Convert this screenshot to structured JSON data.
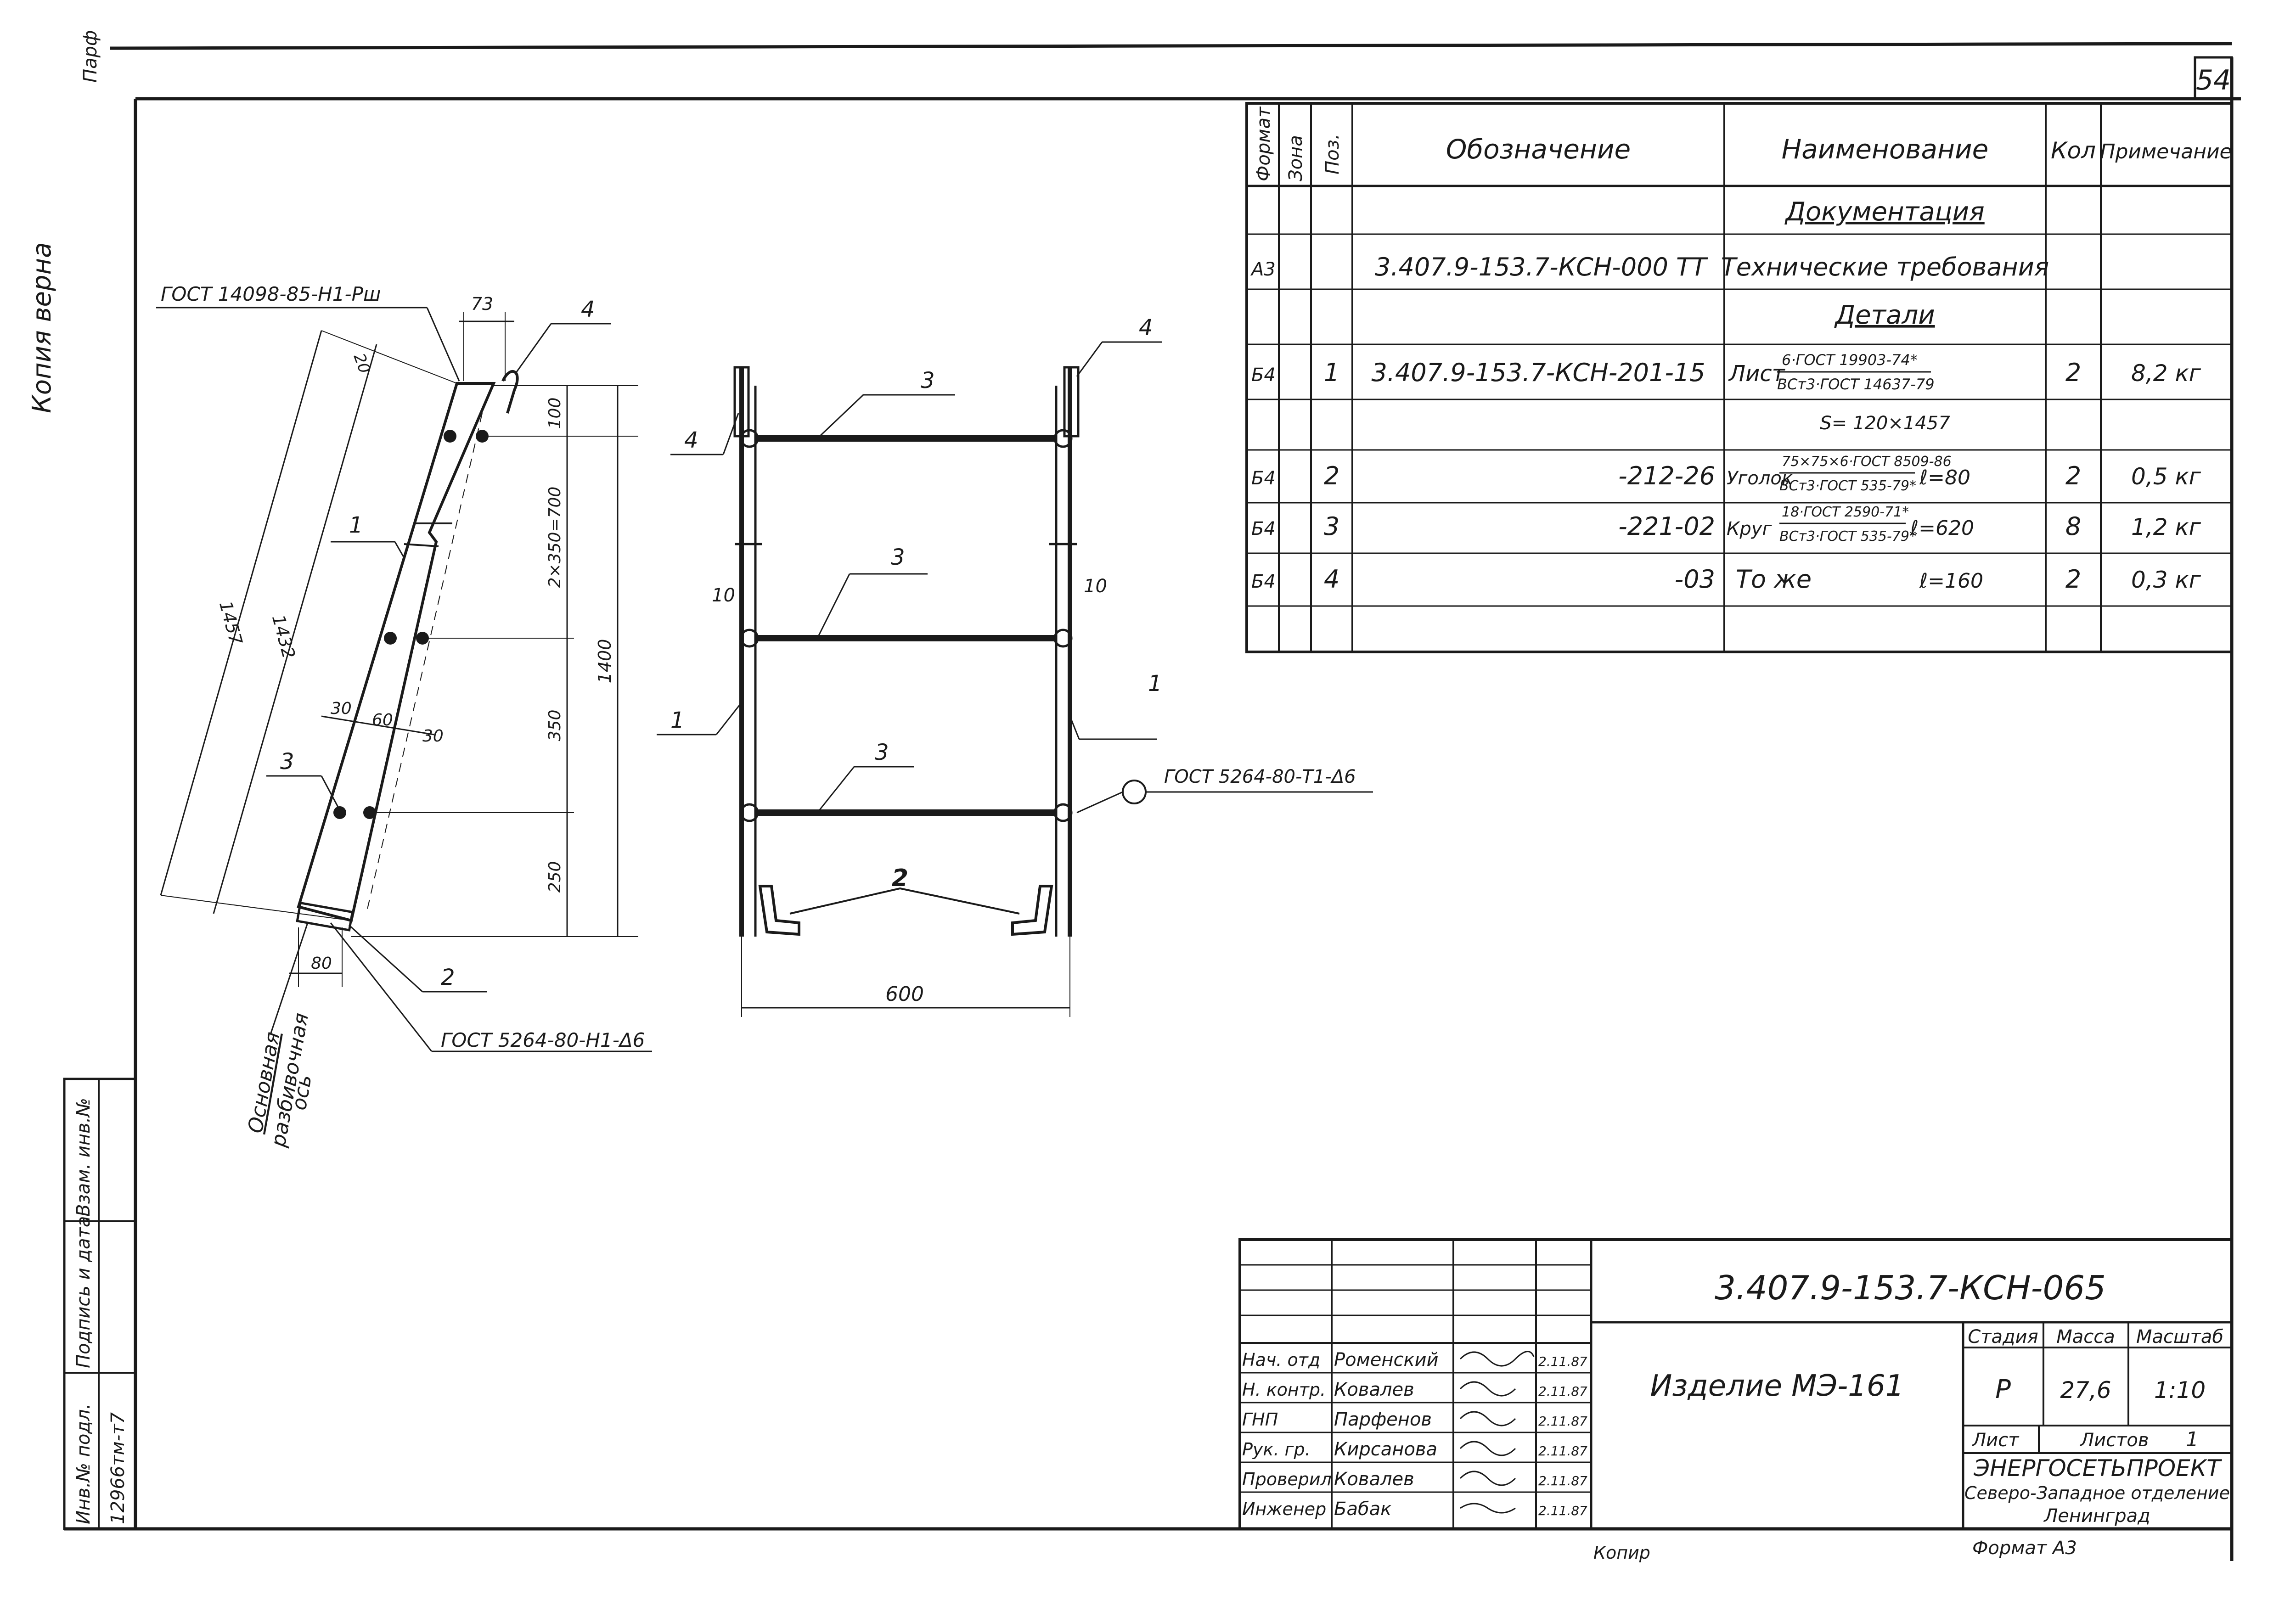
{
  "sheet_number": "54",
  "side_note": "Копия верна",
  "corner_note": "Парф",
  "spec": {
    "headers": {
      "format": "Формат",
      "zone": "Зона",
      "pos": "Поз.",
      "designation": "Обозначение",
      "name": "Наименование",
      "qty": "Кол",
      "note": "Примечание"
    },
    "section_docs": "Документация",
    "section_parts": "Детали",
    "rows": [
      {
        "format": "А3",
        "pos": "",
        "designation": "3.407.9-153.7-КСН-000 ТТ",
        "name": "Технические требования",
        "qty": "",
        "note": ""
      },
      {
        "format": "Б4",
        "pos": "1",
        "designation": "3.407.9-153.7-КСН-201-15",
        "name": "Лист",
        "name_top": "6·ГОСТ 19903-74*",
        "name_bot": "ВСт3·ГОСТ 14637-79",
        "length": "",
        "qty": "2",
        "note": "8,2 кг"
      },
      {
        "format": "",
        "pos": "",
        "designation": "",
        "name": "S= 120×1457",
        "qty": "",
        "note": ""
      },
      {
        "format": "Б4",
        "pos": "2",
        "designation": "-212-26",
        "name": "Уголок",
        "name_top": "75×75×6·ГОСТ 8509-86",
        "name_bot": "ВСт3·ГОСТ 535-79*",
        "length": "ℓ=80",
        "qty": "2",
        "note": "0,5 кг"
      },
      {
        "format": "Б4",
        "pos": "3",
        "designation": "-221-02",
        "name": "Круг",
        "name_top": "18·ГОСТ 2590-71*",
        "name_bot": "ВСт3·ГОСТ 535-79*",
        "length": "ℓ=620",
        "qty": "8",
        "note": "1,2 кг"
      },
      {
        "format": "Б4",
        "pos": "4",
        "designation": "-03",
        "name": "То же",
        "length": "ℓ=160",
        "qty": "2",
        "note": "0,3 кг"
      }
    ]
  },
  "drawing": {
    "labels": {
      "gost_top": "ГОСТ 14098-85-Н1-Рш",
      "gost_bottom": "ГОСТ 5264-80-Н1-Δ6",
      "gost_right": "ГОСТ 5264-80-Т1-Δ6",
      "axis_label_1": "Основная",
      "axis_label_2": "разбивочная",
      "axis_label_3": "ось"
    },
    "dims": {
      "d73": "73",
      "d20": "20",
      "d100": "100",
      "d700": "2×350=700",
      "d350": "350",
      "d250": "250",
      "d1400": "1400",
      "d1457": "1457",
      "d1432": "1432",
      "d30a": "30",
      "d60": "60",
      "d30b": "30",
      "d80": "80",
      "d600": "600",
      "d10a": "10",
      "d10b": "10"
    },
    "positions": {
      "p1": "1",
      "p2": "2",
      "p3": "3",
      "p4": "4"
    }
  },
  "side_stamp": {
    "c1": "Инв.№ подл.",
    "c2": "Подпись и дата",
    "c3": "Взам. инв.№",
    "c4": "12966тм-т7"
  },
  "title_block": {
    "doc_code": "3.407.9-153.7-КСН-065",
    "product": "Изделие  МЭ-161",
    "stage_label": "Стадия",
    "mass_label": "Масса",
    "scale_label": "Масштаб",
    "stage": "Р",
    "mass": "27,6",
    "scale": "1:10",
    "sheet_label": "Лист",
    "sheets_label": "Листов",
    "sheets": "1",
    "org1": "ЭНЕРГОСЕТЬПРОЕКТ",
    "org2": "Северо-Западное отделение",
    "org3": "Ленинград",
    "people": [
      {
        "role": "Нач. отд",
        "name": "Роменский",
        "date": "2.11.87"
      },
      {
        "role": "Н. контр.",
        "name": "Ковалев",
        "date": "2.11.87"
      },
      {
        "role": "ГНП",
        "name": "Парфенов",
        "date": "2.11.87"
      },
      {
        "role": "Рук. гр.",
        "name": "Кирсанова",
        "date": "2.11.87"
      },
      {
        "role": "Проверил",
        "name": "Ковалев",
        "date": "2.11.87"
      },
      {
        "role": "Инженер",
        "name": "Бабак",
        "date": "2.11.87"
      }
    ]
  },
  "footer": {
    "copy": "Копир",
    "format": "Формат  А3"
  }
}
